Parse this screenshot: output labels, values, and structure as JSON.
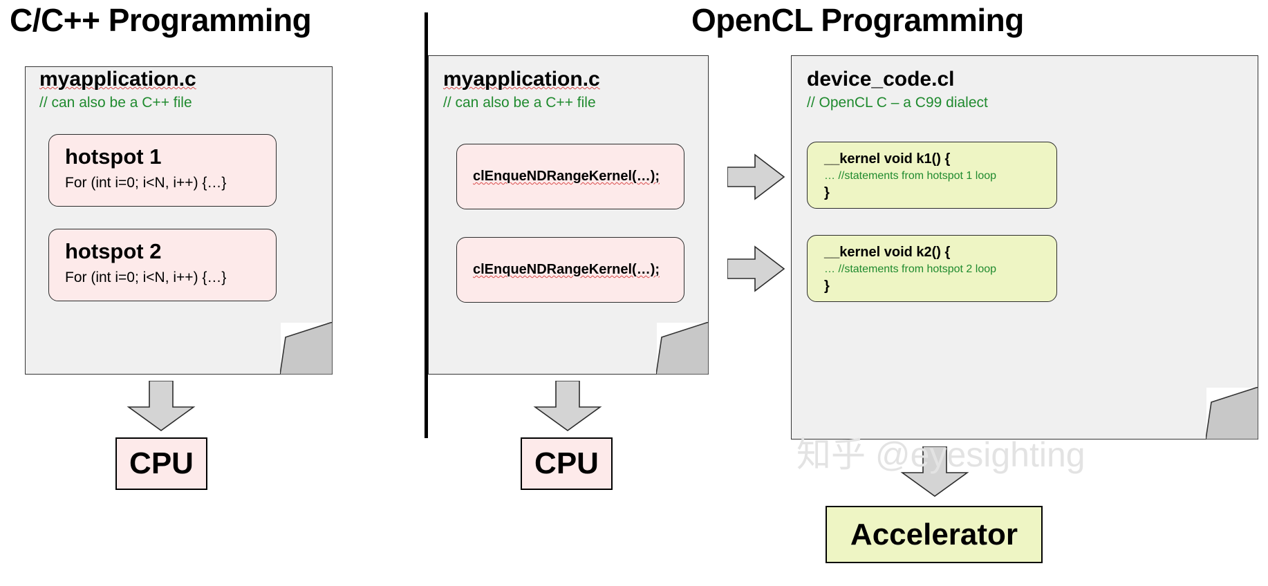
{
  "diagram": {
    "type": "comparison-flow-diagram",
    "panels": [
      {
        "id": "c-cpp",
        "title": "C/C++ Programming",
        "sheets": [
          {
            "id": "host-c",
            "filename": "myapplication.c",
            "comment": "// can also be a C++ file",
            "blocks": [
              {
                "title": "hotspot 1",
                "sub": "For (int i=0; i<N, i++) {…}"
              },
              {
                "title": "hotspot 2",
                "sub": "For (int i=0; i<N, i++) {…}"
              }
            ]
          }
        ],
        "target": {
          "label": "CPU",
          "color": "#fdeaea"
        }
      },
      {
        "id": "opencl",
        "title": "OpenCL Programming",
        "sheets": [
          {
            "id": "host-cl",
            "filename": "myapplication.c",
            "comment": "// can also be a C++ file",
            "blocks": [
              {
                "call": "clEnqueNDRangeKernel(…);"
              },
              {
                "call": "clEnqueNDRangeKernel(…);"
              }
            ]
          },
          {
            "id": "device-cl",
            "filename": "device_code.cl",
            "comment": "// OpenCL C – a C99 dialect",
            "blocks": [
              {
                "signature": "__kernel void k1() {",
                "body": "… //statements from hotspot 1 loop",
                "close": "}"
              },
              {
                "signature": "__kernel void k2() {",
                "body": "… //statements from hotspot 2 loop",
                "close": "}"
              }
            ]
          }
        ],
        "targets": [
          {
            "label": "CPU",
            "color": "#fdeaea"
          },
          {
            "label": "Accelerator",
            "color": "#eef5c4"
          }
        ]
      }
    ],
    "arrows": {
      "down": "down-arrow",
      "right": "right-arrow"
    }
  },
  "colors": {
    "sheet_bg": "#f0f0f0",
    "hotspot_bg": "#fdeaea",
    "kernel_bg": "#eef5c4",
    "comment_green": "#1f8a2e",
    "arrow_fill": "#d4d4d4",
    "spell_underline": "#d94a4a",
    "watermark": "#e3e3e3"
  },
  "watermark": {
    "text": "知乎 @eyesighting"
  }
}
